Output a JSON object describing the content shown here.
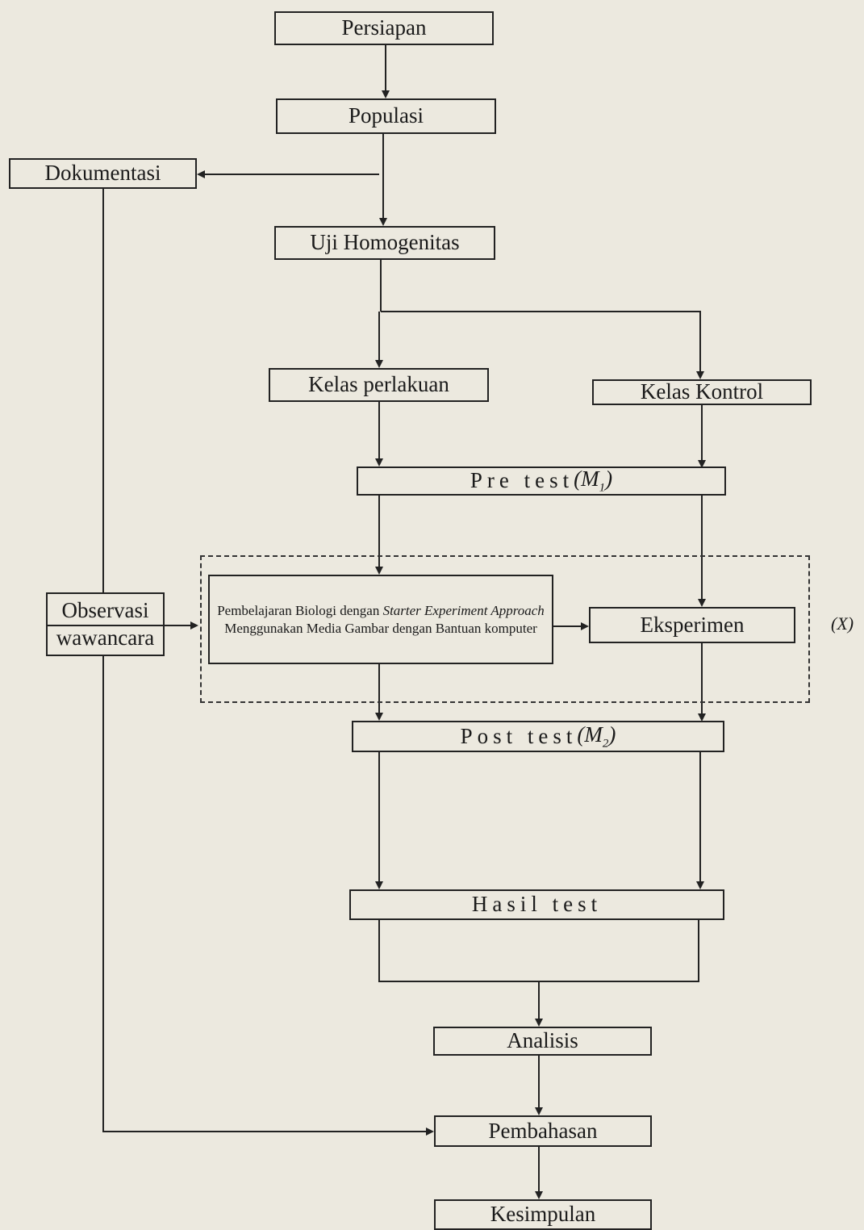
{
  "nodes": {
    "persiapan": "Persiapan",
    "populasi": "Populasi",
    "dokumentasi": "Dokumentasi",
    "uji": "Uji Homogenitas",
    "kelas_perlakuan": "Kelas perlakuan",
    "kelas_kontrol": "Kelas Kontrol",
    "pretest": "Pre test",
    "pretest_var": "(M",
    "pretest_sub": "1",
    "pretest_close": ")",
    "pembelajaran_a": "Pembelajaran Biologi dengan ",
    "pembelajaran_b": "Starter Experiment Approach",
    "pembelajaran_c": " Menggunakan Media Gambar dengan Bantuan komputer",
    "eksperimen": "Eksperimen",
    "observasi": "Observasi",
    "wawancara": "wawancara",
    "posttest": "Post test",
    "posttest_var": "(M",
    "posttest_sub": "2",
    "posttest_close": ")",
    "hasil": "Hasil test",
    "analisis": "Analisis",
    "pembahasan": "Pembahasan",
    "kesimpulan": "Kesimpulan"
  },
  "group_label": "(X)"
}
